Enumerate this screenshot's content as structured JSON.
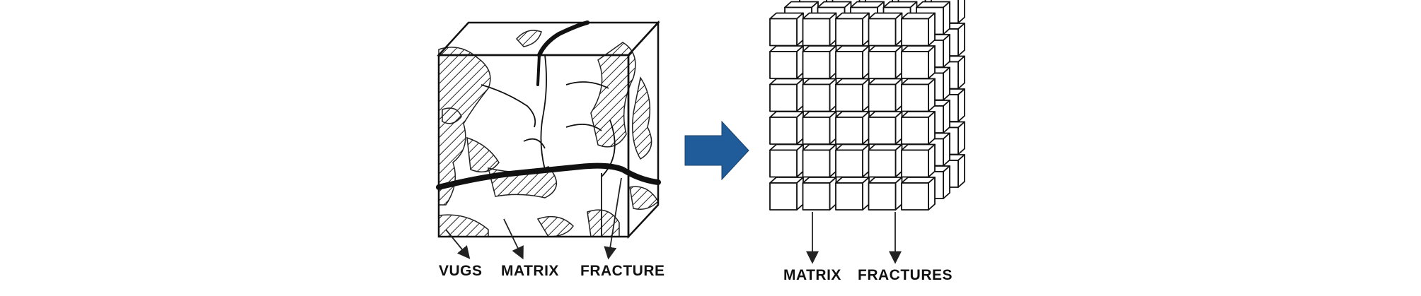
{
  "left_diagram": {
    "labels": {
      "vugs": "VUGS",
      "matrix": "MATRIX",
      "fracture": "FRACTURE"
    }
  },
  "transition": {
    "icon": "arrow-right-icon",
    "color": "#1f5c99"
  },
  "right_diagram": {
    "labels": {
      "matrix": "MATRIX",
      "fractures": "FRACTURES"
    }
  }
}
